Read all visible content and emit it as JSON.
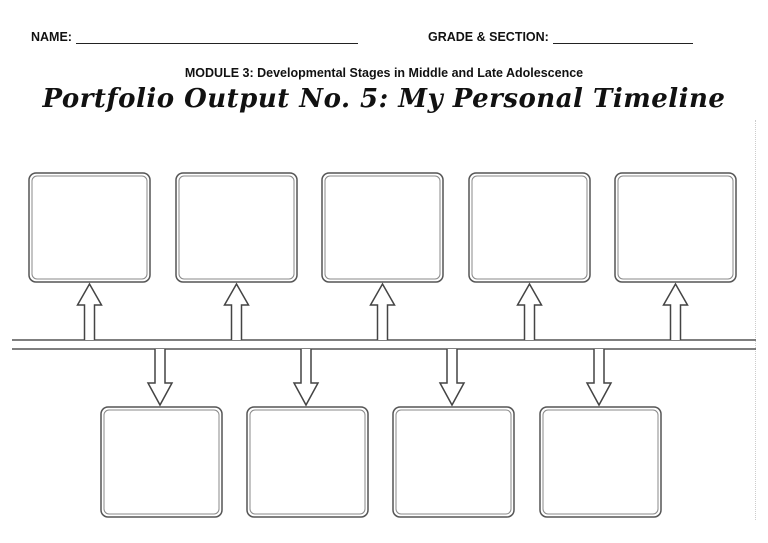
{
  "header": {
    "name_label": "NAME:",
    "grade_label": "GRADE & SECTION:"
  },
  "module_line": "MODULE 3: Developmental Stages in Middle and Late Adolescence",
  "title": "Portfolio Output No. 5: My Personal Timeline",
  "timeline": {
    "top_boxes": 5,
    "bottom_boxes": 4
  }
}
